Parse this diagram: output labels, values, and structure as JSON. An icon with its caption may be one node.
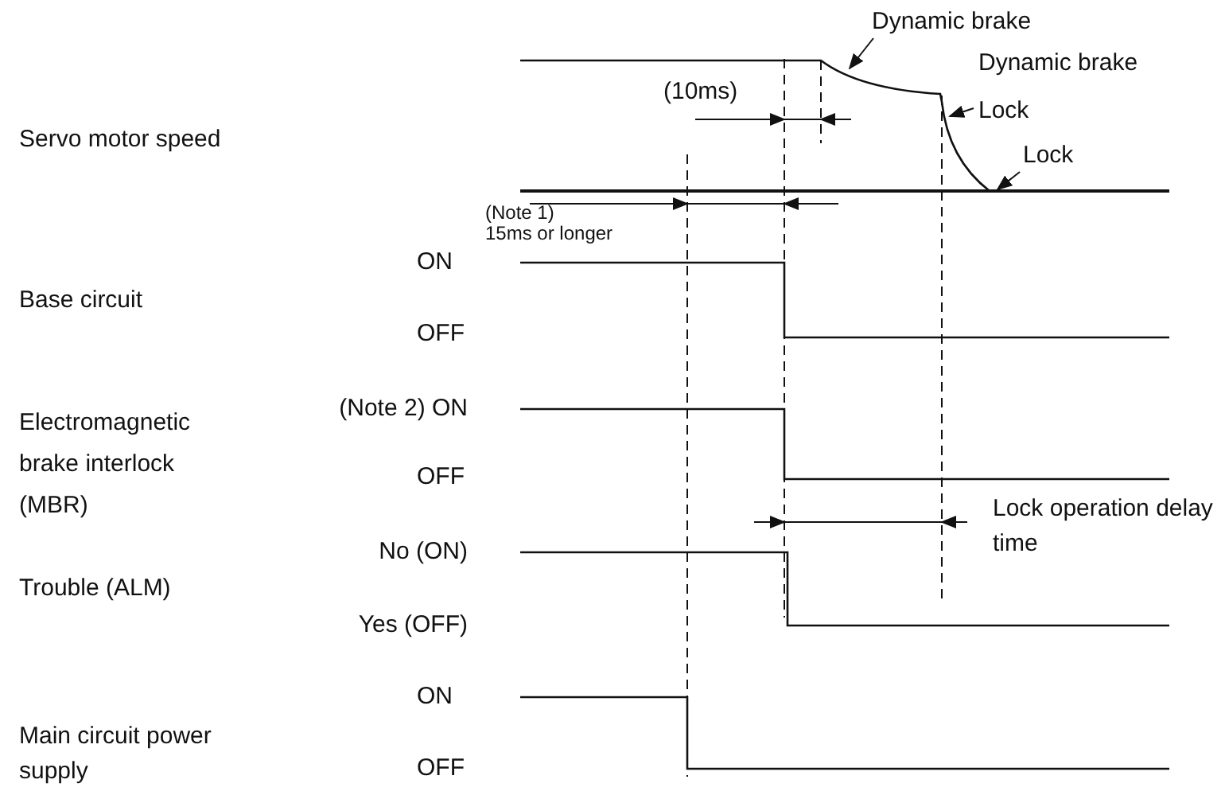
{
  "diagram": {
    "nodes": [
      {
        "text": [
          "Dynamic brake"
        ]
      },
      {
        "text": [
          "Lock"
        ]
      },
      {
        "text": [
          "Lock"
        ]
      },
      {
        "text": [],
        "shape": "curve"
      }
    ],
    "edges": [
      {
        "from": 0,
        "to": 3,
        "arrow": "to"
      },
      {
        "from": 1,
        "to": 3,
        "arrow": "to"
      },
      {
        "from": 2,
        "to": 3,
        "arrow": "to"
      }
    ],
    "labels": [
      "(10ms)",
      "Dynamic brake",
      "Servo motor speed",
      "(Note 1)",
      "15ms or longer",
      "ON",
      "Base circuit",
      "OFF",
      "(Note 2) ON",
      "Electromagnetic brake interlock (MBR)",
      "OFF",
      "No (ON)",
      "Lock operation delay time",
      "Trouble (ALM)",
      "Yes (OFF)",
      "ON",
      "Main circuit power supply",
      "OFF"
    ]
  }
}
